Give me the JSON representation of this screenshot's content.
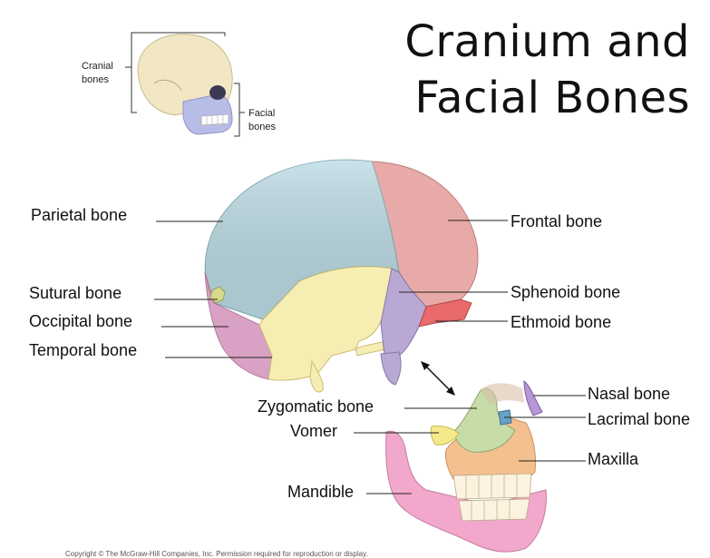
{
  "title": {
    "line1": "Cranium and",
    "line2": "Facial Bones"
  },
  "inset": {
    "cranial_label": "Cranial\nbones",
    "facial_label": "Facial\nbones"
  },
  "labels": {
    "parietal": "Parietal bone",
    "sutural": "Sutural bone",
    "occipital": "Occipital bone",
    "temporal": "Temporal bone",
    "frontal": "Frontal bone",
    "sphenoid": "Sphenoid bone",
    "ethmoid": "Ethmoid bone",
    "zygomatic": "Zygomatic bone",
    "vomer": "Vomer",
    "mandible": "Mandible",
    "nasal": "Nasal bone",
    "lacrimal": "Lacrimal bone",
    "maxilla": "Maxilla"
  },
  "colors": {
    "parietal": "#b9d9e2",
    "frontal": "#e8aaa8",
    "temporal": "#f6edb2",
    "occipital": "#d9a2c4",
    "sphenoid": "#b9a8d4",
    "ethmoid": "#e86a6a",
    "zygomatic": "#c8dca8",
    "maxilla": "#f4c090",
    "mandible": "#f2a8cc",
    "nasal": "#b696d6",
    "lacrimal": "#6aa0c6",
    "vomer": "#f4ea8a",
    "sutural": "#ecef9a",
    "inset_cranium": "#f2e7c4",
    "inset_face": "#b8bde8"
  },
  "copyright": "Copyright © The McGraw-Hill Companies, Inc. Permission required for reproduction or display."
}
